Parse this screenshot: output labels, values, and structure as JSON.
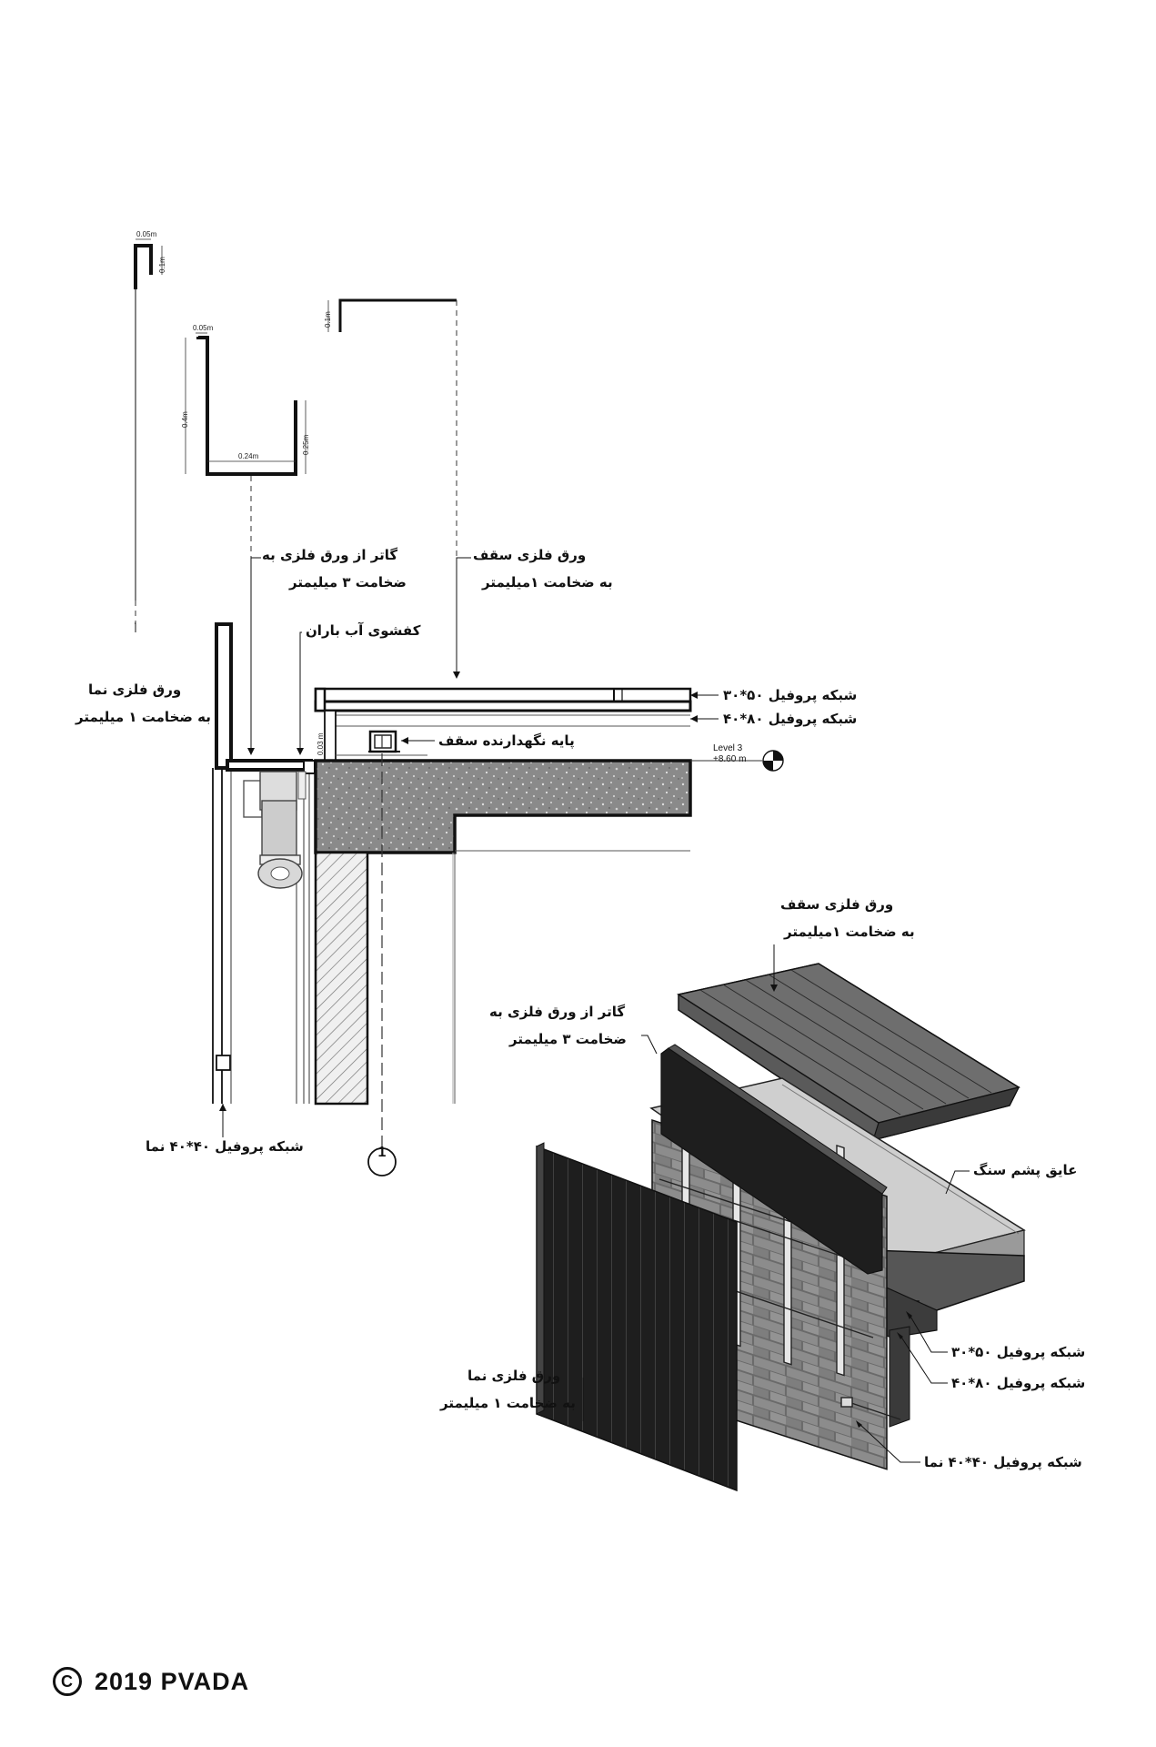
{
  "section": {
    "labels": {
      "gutter_sheet": [
        "گاتر از ورق فلزی به",
        "ضخامت ۳ میلیمتر"
      ],
      "roof_sheet": [
        "ورق فلزی سقف",
        "به ضخامت ۱میلیمتر"
      ],
      "rain_drain": "کفشوی آب باران",
      "facade_sheet": [
        "ورق فلزی نما",
        "به ضخامت ۱ میلیمتر"
      ],
      "profile_50x30": "شبکه پروفیل ۵۰*۳۰",
      "profile_80x40": "شبکه پروفیل ۸۰*۴۰",
      "roof_support": "پایه نگهدارنده سقف",
      "facade_profile": "شبکه پروفیل ۴۰*۴۰ نما"
    },
    "level": {
      "name": "Level 3",
      "elevation": "+8.60 m"
    },
    "grid_bubble": "1",
    "dimensions": {
      "coping_width": "0.05m",
      "coping_height": "0.1m",
      "gutter_lip": "0.05m",
      "gutter_height_left": "0.4m",
      "gutter_height_right": "0.25m",
      "gutter_width": "0.24m",
      "roof_edge_height": "0.1m",
      "edge_gap": "0.03 m"
    }
  },
  "isometric": {
    "labels": {
      "roof_sheet": [
        "ورق فلزی سقف",
        "به ضخامت ۱میلیمتر"
      ],
      "gutter_sheet": [
        "گاتر از ورق فلزی به",
        "ضخامت ۳ میلیمتر"
      ],
      "rock_wool": "عایق پشم سنگ",
      "profile_50x30": "شبکه پروفیل ۵۰*۳۰",
      "profile_80x40": "شبکه پروفیل ۸۰*۴۰",
      "facade_sheet": [
        "ورق فلزی نما",
        "به ضخامت ۱ میلیمتر"
      ],
      "facade_profile": "شبکه پروفیل ۴۰*۴۰ نما"
    }
  },
  "copyright": {
    "symbol": "C",
    "text": "2019  PVADA"
  }
}
